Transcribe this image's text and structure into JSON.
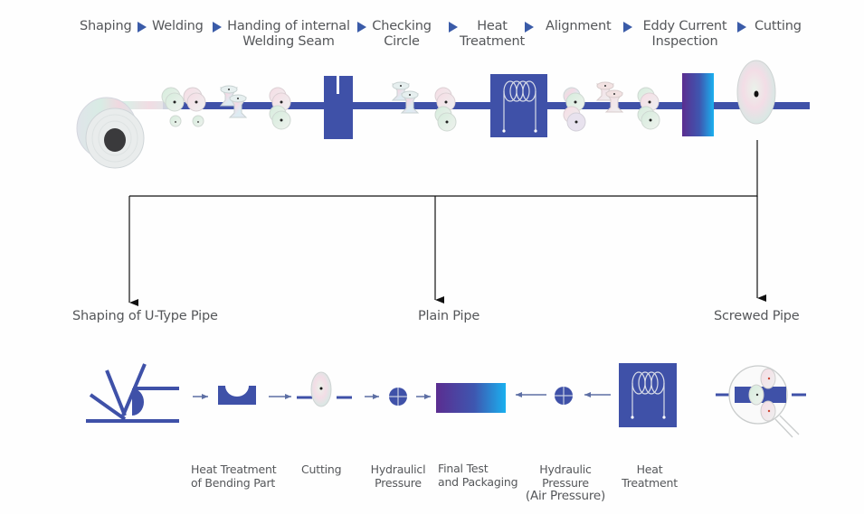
{
  "colors": {
    "pipe_blue": "#3f51a8",
    "arrow_marker": "#3a5ba8",
    "text": "#55575a",
    "connector": "#111111",
    "gradient_start": "#5b2d90",
    "gradient_end": "#1ab0ef"
  },
  "main_line": {
    "steps": [
      {
        "label_line1": "Shaping",
        "label_line2": ""
      },
      {
        "label_line1": "Welding",
        "label_line2": ""
      },
      {
        "label_line1": "Handing of internal",
        "label_line2": "Welding Seam"
      },
      {
        "label_line1": "Checking",
        "label_line2": "Circle"
      },
      {
        "label_line1": "Heat",
        "label_line2": "Treatment"
      },
      {
        "label_line1": "Alignment",
        "label_line2": ""
      },
      {
        "label_line1": "Eddy Current",
        "label_line2": "Inspection"
      },
      {
        "label_line1": "Cutting",
        "label_line2": ""
      }
    ],
    "step_marker_icon": "right-triangle-icon"
  },
  "branches": [
    {
      "label": "Shaping of U-Type Pipe"
    },
    {
      "label": "Plain Pipe"
    },
    {
      "label": "Screwed Pipe"
    }
  ],
  "bottom_process": {
    "stages": [
      {
        "label_line1": "Heat Treatment",
        "label_line2": "of Bending Part",
        "label_line3": ""
      },
      {
        "label_line1": "Cutting",
        "label_line2": "",
        "label_line3": ""
      },
      {
        "label_line1": "Hydraulicl",
        "label_line2": "Pressure",
        "label_line3": ""
      },
      {
        "label_line1": "Final Test",
        "label_line2": "and Packaging",
        "label_line3": ""
      },
      {
        "label_line1": "Hydraulic",
        "label_line2": "Pressure",
        "label_line3": "(Air Pressure)"
      },
      {
        "label_line1": "Heat",
        "label_line2": "Treatment",
        "label_line3": ""
      }
    ]
  }
}
